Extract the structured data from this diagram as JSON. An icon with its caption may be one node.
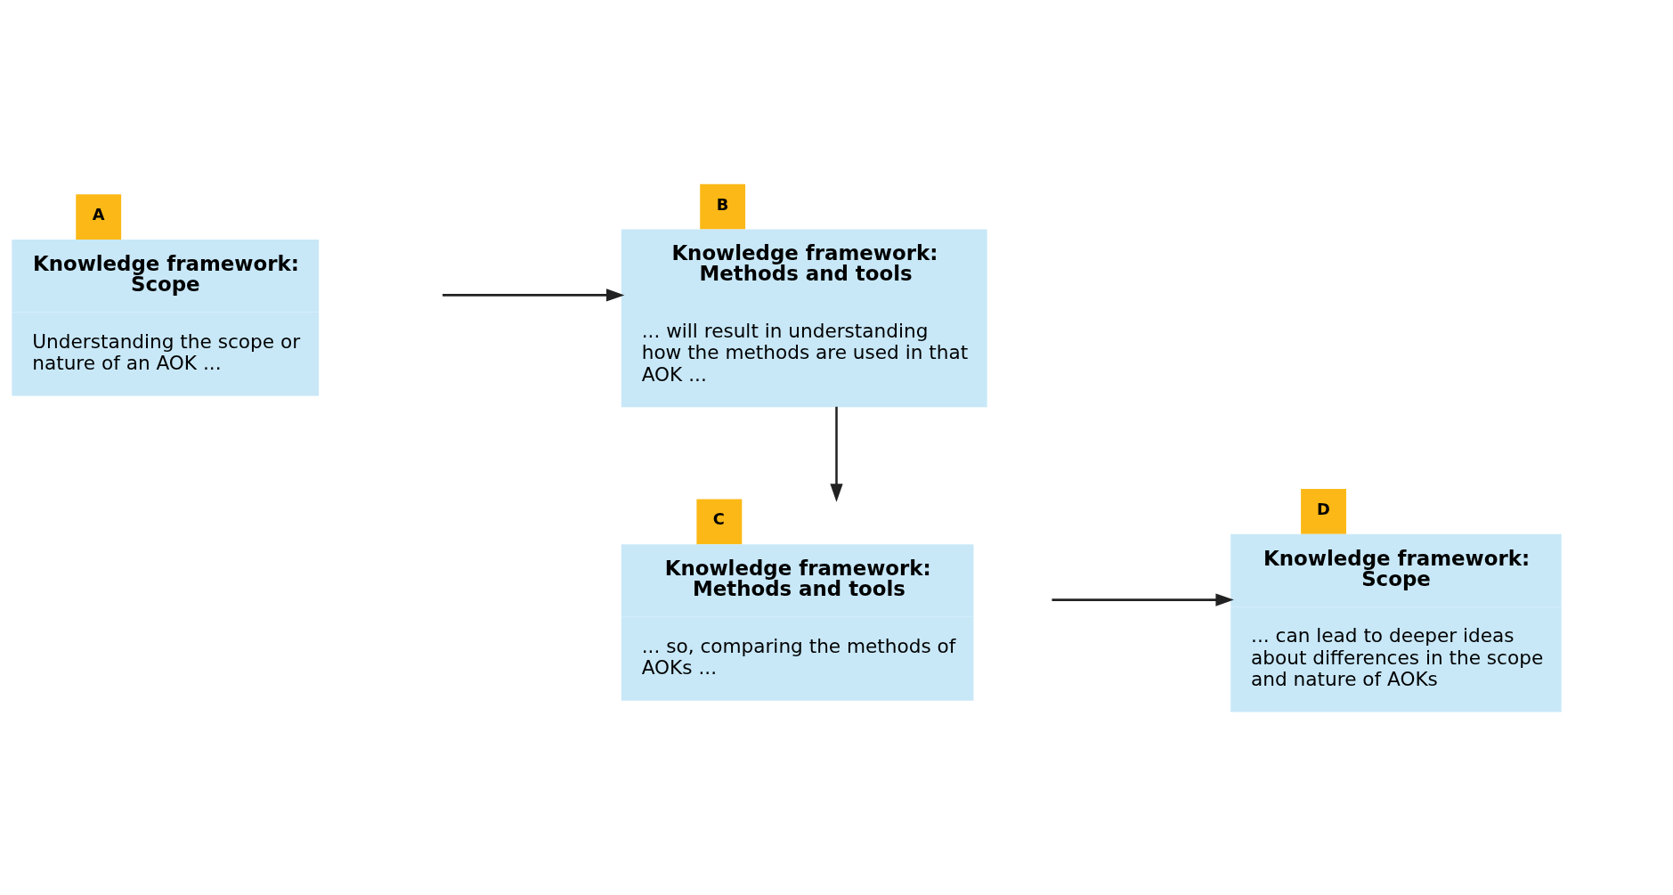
{
  "diagram": {
    "nodes": [
      {
        "text": [
          "A",
          "Knowledge framework: Scope",
          "Understanding the scope or nature of an AOK ..."
        ]
      },
      {
        "text": [
          "B",
          "Knowledge framework: Methods and tools",
          "... will result in understanding how the methods are used in that AOK ..."
        ]
      },
      {
        "text": [
          "D",
          "Knowledge framework: Scope",
          "... can lead to deeper ideas about differences in the scope and nature of AOKs"
        ]
      },
      {
        "text": [
          "C",
          "Knowledge framework: Methods and tools",
          "... so, comparing the methods of AOKs ..."
        ]
      }
    ],
    "edges": [
      {
        "from": 0,
        "to": 1,
        "arrow": "to"
      },
      {
        "from": 1,
        "to": 3,
        "arrow": "to"
      },
      {
        "from": 3,
        "to": 2,
        "arrow": "to"
      }
    ]
  }
}
